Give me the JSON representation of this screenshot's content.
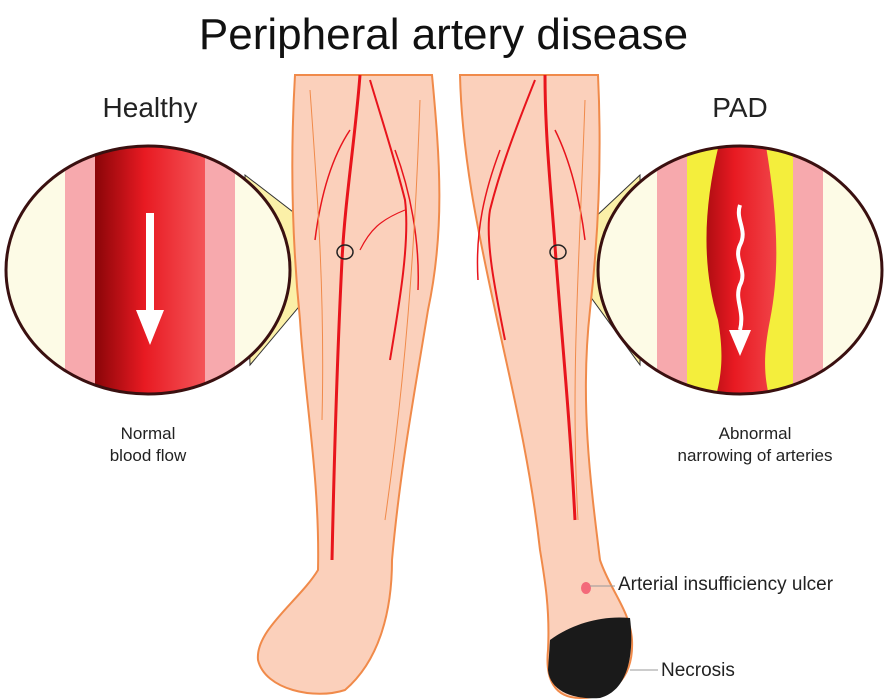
{
  "title": "Peripheral artery disease",
  "healthy": {
    "label": "Healthy",
    "caption_line1": "Normal",
    "caption_line2": "blood flow"
  },
  "pad": {
    "label": "PAD",
    "caption_line1": "Abnormal",
    "caption_line2": "narrowing of arteries"
  },
  "annotations": {
    "ulcer": "Arterial insufficiency ulcer",
    "necrosis": "Necrosis"
  },
  "colors": {
    "skin": "#fbd0bb",
    "skin_outline": "#f08a4a",
    "artery": "#e8141c",
    "plaque": "#f4ee3c",
    "wall": "#f7a9ad",
    "tissue": "#fdfbe6"
  }
}
